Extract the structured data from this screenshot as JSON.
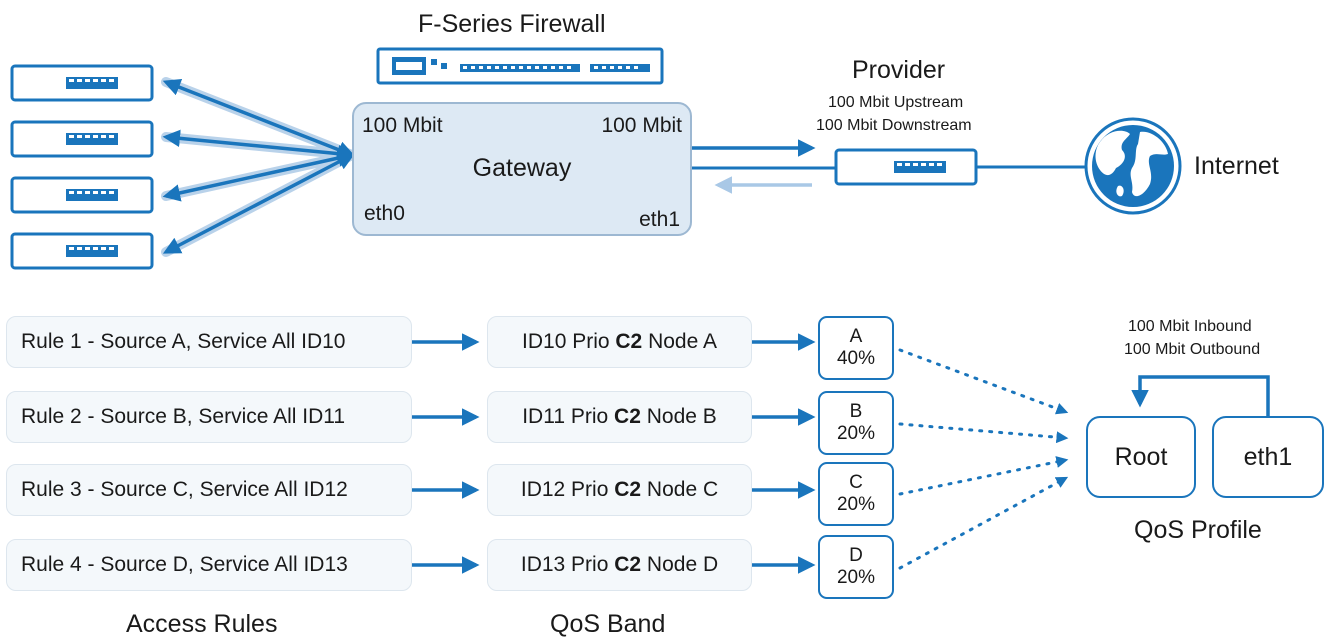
{
  "firewall": {
    "title": "F-Series Firewall",
    "gateway": {
      "label": "Gateway",
      "left_speed": "100 Mbit",
      "right_speed": "100 Mbit",
      "left_iface": "eth0",
      "right_iface": "eth1"
    }
  },
  "provider": {
    "title": "Provider",
    "upstream": "100 Mbit Upstream",
    "downstream": "100 Mbit Downstream"
  },
  "internet": {
    "label": "Internet"
  },
  "access_rules": {
    "caption": "Access Rules",
    "items": [
      "Rule 1 - Source A, Service All ID10",
      "Rule 2 - Source B, Service All ID11",
      "Rule 3 - Source C, Service All ID12",
      "Rule 4 - Source D, Service All ID13"
    ]
  },
  "qos_band": {
    "caption": "QoS Band",
    "bold_word": "C2",
    "items": [
      {
        "prefix": "ID10 Prio ",
        "suffix": " Node A"
      },
      {
        "prefix": "ID11 Prio ",
        "suffix": " Node B"
      },
      {
        "prefix": "ID12 Prio ",
        "suffix": " Node C"
      },
      {
        "prefix": "ID13 Prio ",
        "suffix": " Node D"
      }
    ]
  },
  "nodes": [
    {
      "letter": "A",
      "share": "40%"
    },
    {
      "letter": "B",
      "share": "20%"
    },
    {
      "letter": "C",
      "share": "20%"
    },
    {
      "letter": "D",
      "share": "20%"
    }
  ],
  "qos_profile": {
    "caption": "QoS Profile",
    "inbound": "100 Mbit Inbound",
    "outbound": "100 Mbit Outbound",
    "root_label": "Root",
    "iface_label": "eth1"
  },
  "colors": {
    "accent": "#1a75bc",
    "light_accent": "#a9c8e6",
    "box_fill": "#f4f8fb"
  }
}
